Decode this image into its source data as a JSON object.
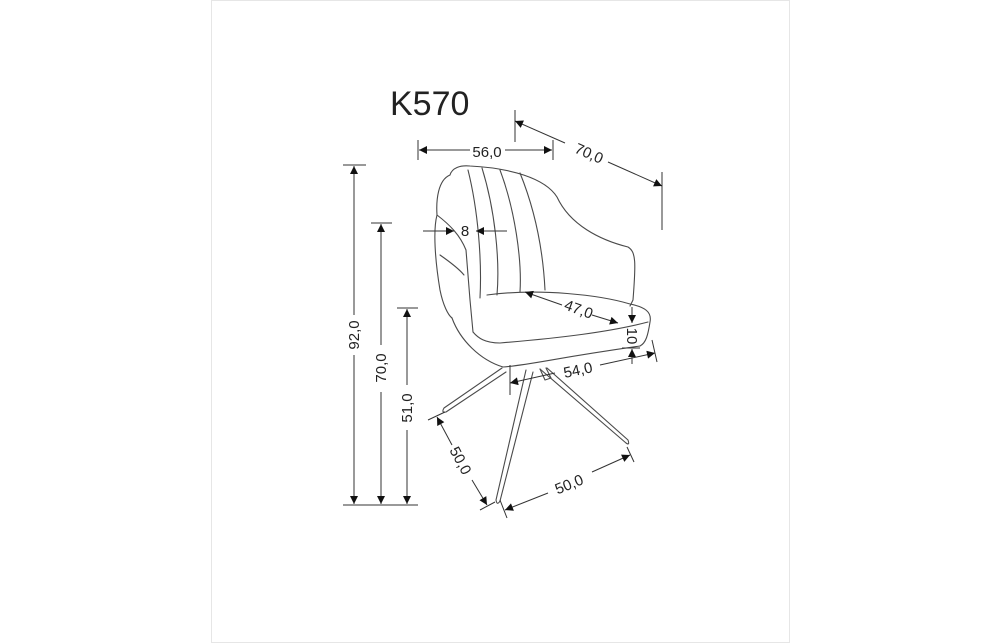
{
  "product_code": "K570",
  "dimensions": {
    "width": "56,0",
    "depth": "70,0",
    "total_height": "92,0",
    "armrest_height": "70,0",
    "seat_height": "51,0",
    "armrest_width": "8",
    "seat_depth": "47,0",
    "seat_thickness": "10",
    "seat_width": "54,0",
    "base_depth": "50,0",
    "base_width": "50,0"
  }
}
